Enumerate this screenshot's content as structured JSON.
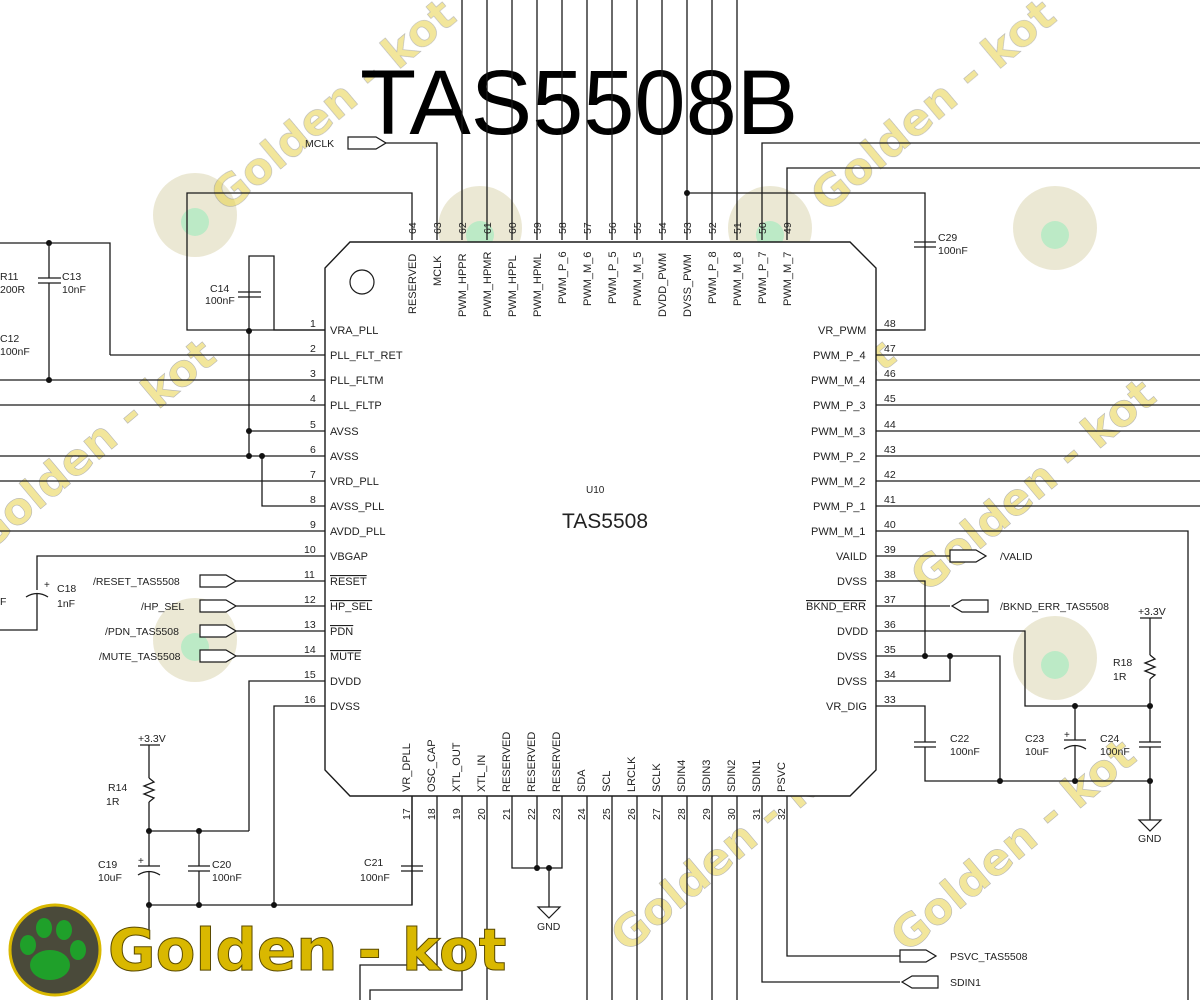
{
  "title": "TAS5508B",
  "chip": {
    "ref": "U10",
    "name": "TAS5508",
    "left_pins": [
      {
        "num": "1",
        "name": "VRA_PLL"
      },
      {
        "num": "2",
        "name": "PLL_FLT_RET"
      },
      {
        "num": "3",
        "name": "PLL_FLTM"
      },
      {
        "num": "4",
        "name": "PLL_FLTP"
      },
      {
        "num": "5",
        "name": "AVSS"
      },
      {
        "num": "6",
        "name": "AVSS"
      },
      {
        "num": "7",
        "name": "VRD_PLL"
      },
      {
        "num": "8",
        "name": "AVSS_PLL"
      },
      {
        "num": "9",
        "name": "AVDD_PLL"
      },
      {
        "num": "10",
        "name": "VBGAP"
      },
      {
        "num": "11",
        "name": "RESET",
        "overbar": true
      },
      {
        "num": "12",
        "name": "HP_SEL",
        "overbar": true
      },
      {
        "num": "13",
        "name": "PDN",
        "overbar": true
      },
      {
        "num": "14",
        "name": "MUTE",
        "overbar": true
      },
      {
        "num": "15",
        "name": "DVDD"
      },
      {
        "num": "16",
        "name": "DVSS"
      }
    ],
    "bottom_pins": [
      {
        "num": "17",
        "name": "VR_DPLL"
      },
      {
        "num": "18",
        "name": "OSC_CAP"
      },
      {
        "num": "19",
        "name": "XTL_OUT"
      },
      {
        "num": "20",
        "name": "XTL_IN"
      },
      {
        "num": "21",
        "name": "RESERVED"
      },
      {
        "num": "22",
        "name": "RESERVED"
      },
      {
        "num": "23",
        "name": "RESERVED"
      },
      {
        "num": "24",
        "name": "SDA"
      },
      {
        "num": "25",
        "name": "SCL"
      },
      {
        "num": "26",
        "name": "LRCLK"
      },
      {
        "num": "27",
        "name": "SCLK"
      },
      {
        "num": "28",
        "name": "SDIN4"
      },
      {
        "num": "29",
        "name": "SDIN3"
      },
      {
        "num": "30",
        "name": "SDIN2"
      },
      {
        "num": "31",
        "name": "SDIN1"
      },
      {
        "num": "32",
        "name": "PSVC"
      }
    ],
    "right_pins": [
      {
        "num": "48",
        "name": "VR_PWM"
      },
      {
        "num": "47",
        "name": "PWM_P_4"
      },
      {
        "num": "46",
        "name": "PWM_M_4"
      },
      {
        "num": "45",
        "name": "PWM_P_3"
      },
      {
        "num": "44",
        "name": "PWM_M_3"
      },
      {
        "num": "43",
        "name": "PWM_P_2"
      },
      {
        "num": "42",
        "name": "PWM_M_2"
      },
      {
        "num": "41",
        "name": "PWM_P_1"
      },
      {
        "num": "40",
        "name": "PWM_M_1"
      },
      {
        "num": "39",
        "name": "VAILD"
      },
      {
        "num": "38",
        "name": "DVSS"
      },
      {
        "num": "37",
        "name": "BKND_ERR",
        "overbar": true
      },
      {
        "num": "36",
        "name": "DVDD"
      },
      {
        "num": "35",
        "name": "DVSS"
      },
      {
        "num": "34",
        "name": "DVSS"
      },
      {
        "num": "33",
        "name": "VR_DIG"
      }
    ],
    "top_pins": [
      {
        "num": "64",
        "name": "RESERVED"
      },
      {
        "num": "63",
        "name": "MCLK"
      },
      {
        "num": "62",
        "name": "PWM_HPPR"
      },
      {
        "num": "61",
        "name": "PWM_HPMR"
      },
      {
        "num": "60",
        "name": "PWM_HPPL"
      },
      {
        "num": "59",
        "name": "PWM_HPML"
      },
      {
        "num": "58",
        "name": "PWM_P_6"
      },
      {
        "num": "57",
        "name": "PWM_M_6"
      },
      {
        "num": "56",
        "name": "PWM_P_5"
      },
      {
        "num": "55",
        "name": "PWM_M_5"
      },
      {
        "num": "54",
        "name": "DVDD_PWM"
      },
      {
        "num": "53",
        "name": "DVSS_PWM"
      },
      {
        "num": "52",
        "name": "PWM_P_8"
      },
      {
        "num": "51",
        "name": "PWM_M_8"
      },
      {
        "num": "50",
        "name": "PWM_P_7"
      },
      {
        "num": "49",
        "name": "PWM_M_7"
      }
    ]
  },
  "ports": {
    "mclk": "MCLK",
    "reset": "/RESET_TAS5508",
    "hp_sel": "/HP_SEL",
    "pdn": "/PDN_TAS5508",
    "mute": "/MUTE_TAS5508",
    "valid": "/VALID",
    "bknd_err": "/BKND_ERR_TAS5508",
    "psvc": "PSVC_TAS5508",
    "sdin1": "SDIN1"
  },
  "components": {
    "r11": {
      "ref": "R11",
      "value": "200R"
    },
    "c13": {
      "ref": "C13",
      "value": "10nF"
    },
    "c12": {
      "ref": "C12",
      "value": "100nF"
    },
    "c14": {
      "ref": "C14",
      "value": "100nF"
    },
    "c18": {
      "ref": "C18",
      "value": "1nF"
    },
    "c18_left": "F",
    "r14": {
      "ref": "R14",
      "value": "1R"
    },
    "c19": {
      "ref": "C19",
      "value": "10uF"
    },
    "c20": {
      "ref": "C20",
      "value": "100nF"
    },
    "c21": {
      "ref": "C21",
      "value": "100nF"
    },
    "c22": {
      "ref": "C22",
      "value": "100nF"
    },
    "c23": {
      "ref": "C23",
      "value": "10uF"
    },
    "c24": {
      "ref": "C24",
      "value": "100nF"
    },
    "c29": {
      "ref": "C29",
      "value": "100nF"
    },
    "r18": {
      "ref": "R18",
      "value": "1R"
    }
  },
  "power": {
    "v33_left": "+3.3V",
    "v33_right": "+3.3V",
    "gnd_right": "GND",
    "gnd_bottom": "GND"
  },
  "pin_numbers": {
    "one": "1",
    "two": "2"
  },
  "watermark": {
    "text": "Golden - kot",
    "logo_text": "Golden - kot",
    "colors": {
      "gold": "#d9b800",
      "dark": "#3c3c3c",
      "paw": "#1fa02a"
    }
  }
}
